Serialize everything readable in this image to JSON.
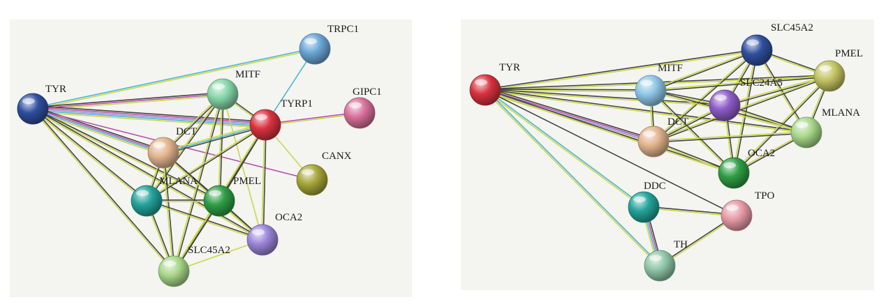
{
  "panels": [
    {
      "id": "left",
      "nodes": [
        {
          "id": "TYR",
          "label": "TYR",
          "color": "#2f4f9e"
        },
        {
          "id": "TRPC1",
          "label": "TRPC1",
          "color": "#6aa7d6"
        },
        {
          "id": "MITF",
          "label": "MITF",
          "color": "#86d6a8"
        },
        {
          "id": "TYRP1",
          "label": "TYRP1",
          "color": "#d9323f"
        },
        {
          "id": "GIPC1",
          "label": "GIPC1",
          "color": "#d9709b"
        },
        {
          "id": "DCT",
          "label": "DCT",
          "color": "#e3b48e"
        },
        {
          "id": "CANX",
          "label": "CANX",
          "color": "#a6a63a"
        },
        {
          "id": "MLANA",
          "label": "MLANA",
          "color": "#23a39a"
        },
        {
          "id": "PMEL",
          "label": "PMEL",
          "color": "#2f9e45"
        },
        {
          "id": "OCA2",
          "label": "OCA2",
          "color": "#9b86d9"
        },
        {
          "id": "SLC45A2",
          "label": "SLC45A2",
          "color": "#a8d88a"
        }
      ],
      "edges": [
        {
          "s": "TYR",
          "t": "TRPC1",
          "colors": [
            "#49b7cf",
            "#c8d84a"
          ]
        },
        {
          "s": "TYRP1",
          "t": "TRPC1",
          "colors": [
            "#49b7cf"
          ]
        },
        {
          "s": "TYR",
          "t": "MITF",
          "colors": [
            "#444444",
            "#b84fb0",
            "#c8d84a"
          ]
        },
        {
          "s": "TYR",
          "t": "TYRP1",
          "colors": [
            "#444444",
            "#b84fb0",
            "#8f8fe0",
            "#49b7cf",
            "#c8d84a"
          ]
        },
        {
          "s": "TYR",
          "t": "DCT",
          "colors": [
            "#444444",
            "#b84fb0",
            "#49b7cf",
            "#c8d84a"
          ]
        },
        {
          "s": "TYR",
          "t": "MLANA",
          "colors": [
            "#444444",
            "#c8d84a"
          ]
        },
        {
          "s": "TYR",
          "t": "PMEL",
          "colors": [
            "#444444",
            "#c8d84a"
          ]
        },
        {
          "s": "TYR",
          "t": "OCA2",
          "colors": [
            "#444444",
            "#c8d84a"
          ]
        },
        {
          "s": "TYR",
          "t": "SLC45A2",
          "colors": [
            "#444444",
            "#c8d84a"
          ]
        },
        {
          "s": "TYR",
          "t": "CANX",
          "colors": [
            "#b84fb0"
          ]
        },
        {
          "s": "TYRP1",
          "t": "GIPC1",
          "colors": [
            "#b84fb0",
            "#c8d84a"
          ]
        },
        {
          "s": "TYRP1",
          "t": "CANX",
          "colors": [
            "#c8d84a"
          ]
        },
        {
          "s": "MITF",
          "t": "TYRP1",
          "colors": [
            "#444444",
            "#c8d84a"
          ]
        },
        {
          "s": "MITF",
          "t": "DCT",
          "colors": [
            "#444444",
            "#c8d84a"
          ]
        },
        {
          "s": "MITF",
          "t": "MLANA",
          "colors": [
            "#444444",
            "#c8d84a"
          ]
        },
        {
          "s": "MITF",
          "t": "PMEL",
          "colors": [
            "#444444",
            "#c8d84a"
          ]
        },
        {
          "s": "MITF",
          "t": "OCA2",
          "colors": [
            "#c8d84a"
          ]
        },
        {
          "s": "MITF",
          "t": "SLC45A2",
          "colors": [
            "#444444",
            "#c8d84a"
          ]
        },
        {
          "s": "TYRP1",
          "t": "DCT",
          "colors": [
            "#444444",
            "#49b7cf",
            "#c8d84a"
          ]
        },
        {
          "s": "TYRP1",
          "t": "MLANA",
          "colors": [
            "#444444",
            "#c8d84a"
          ]
        },
        {
          "s": "TYRP1",
          "t": "PMEL",
          "colors": [
            "#444444",
            "#c8d84a"
          ]
        },
        {
          "s": "TYRP1",
          "t": "OCA2",
          "colors": [
            "#444444",
            "#c8d84a"
          ]
        },
        {
          "s": "TYRP1",
          "t": "SLC45A2",
          "colors": [
            "#444444",
            "#c8d84a"
          ]
        },
        {
          "s": "DCT",
          "t": "MLANA",
          "colors": [
            "#444444",
            "#c8d84a"
          ]
        },
        {
          "s": "DCT",
          "t": "PMEL",
          "colors": [
            "#444444",
            "#c8d84a"
          ]
        },
        {
          "s": "DCT",
          "t": "OCA2",
          "colors": [
            "#444444",
            "#c8d84a"
          ]
        },
        {
          "s": "DCT",
          "t": "SLC45A2",
          "colors": [
            "#444444",
            "#c8d84a"
          ]
        },
        {
          "s": "MLANA",
          "t": "PMEL",
          "colors": [
            "#444444",
            "#c8d84a"
          ]
        },
        {
          "s": "MLANA",
          "t": "OCA2",
          "colors": [
            "#444444",
            "#c8d84a"
          ]
        },
        {
          "s": "MLANA",
          "t": "SLC45A2",
          "colors": [
            "#444444",
            "#c8d84a"
          ]
        },
        {
          "s": "PMEL",
          "t": "OCA2",
          "colors": [
            "#444444",
            "#c8d84a"
          ]
        },
        {
          "s": "PMEL",
          "t": "SLC45A2",
          "colors": [
            "#444444",
            "#c8d84a"
          ]
        },
        {
          "s": "OCA2",
          "t": "SLC45A2",
          "colors": [
            "#c8d84a"
          ]
        }
      ]
    },
    {
      "id": "right",
      "nodes": [
        {
          "id": "TYR",
          "label": "TYR",
          "color": "#d9323f"
        },
        {
          "id": "SLC45A2",
          "label": "SLC45A2",
          "color": "#2f4f9e"
        },
        {
          "id": "PMEL",
          "label": "PMEL",
          "color": "#c4c464"
        },
        {
          "id": "MITF",
          "label": "MITF",
          "color": "#8ec6e6"
        },
        {
          "id": "SLC24A5",
          "label": "SLC24A5",
          "color": "#8e5cc8"
        },
        {
          "id": "MLANA",
          "label": "MLANA",
          "color": "#a8d88a"
        },
        {
          "id": "DCT",
          "label": "DCT",
          "color": "#e3b48e"
        },
        {
          "id": "OCA2",
          "label": "OCA2",
          "color": "#2f9e45"
        },
        {
          "id": "DDC",
          "label": "DDC",
          "color": "#23a39a"
        },
        {
          "id": "TPO",
          "label": "TPO",
          "color": "#e79aa6"
        },
        {
          "id": "TH",
          "label": "TH",
          "color": "#8fc7a7"
        }
      ],
      "edges": [
        {
          "s": "TYR",
          "t": "SLC45A2",
          "colors": [
            "#444444",
            "#c8d84a"
          ]
        },
        {
          "s": "TYR",
          "t": "PMEL",
          "colors": [
            "#444444",
            "#c8d84a"
          ]
        },
        {
          "s": "TYR",
          "t": "MITF",
          "colors": [
            "#444444",
            "#c8d84a"
          ]
        },
        {
          "s": "TYR",
          "t": "SLC24A5",
          "colors": [
            "#444444",
            "#c8d84a"
          ]
        },
        {
          "s": "TYR",
          "t": "MLANA",
          "colors": [
            "#444444",
            "#c8d84a"
          ]
        },
        {
          "s": "TYR",
          "t": "DCT",
          "colors": [
            "#444444",
            "#b84fb0",
            "#8f8fe0",
            "#c8d84a"
          ]
        },
        {
          "s": "TYR",
          "t": "OCA2",
          "colors": [
            "#444444",
            "#c8d84a"
          ]
        },
        {
          "s": "TYR",
          "t": "DDC",
          "colors": [
            "#49b7cf",
            "#c8d84a"
          ]
        },
        {
          "s": "TYR",
          "t": "TPO",
          "colors": [
            "#444444"
          ]
        },
        {
          "s": "TYR",
          "t": "TH",
          "colors": [
            "#49b7cf",
            "#c8d84a"
          ]
        },
        {
          "s": "SLC45A2",
          "t": "PMEL",
          "colors": [
            "#444444",
            "#c8d84a"
          ]
        },
        {
          "s": "SLC45A2",
          "t": "MITF",
          "colors": [
            "#444444",
            "#c8d84a"
          ]
        },
        {
          "s": "SLC45A2",
          "t": "SLC24A5",
          "colors": [
            "#444444",
            "#c8d84a"
          ]
        },
        {
          "s": "SLC45A2",
          "t": "MLANA",
          "colors": [
            "#444444",
            "#c8d84a"
          ]
        },
        {
          "s": "SLC45A2",
          "t": "DCT",
          "colors": [
            "#444444",
            "#c8d84a"
          ]
        },
        {
          "s": "SLC45A2",
          "t": "OCA2",
          "colors": [
            "#444444",
            "#c8d84a"
          ]
        },
        {
          "s": "PMEL",
          "t": "MITF",
          "colors": [
            "#444444",
            "#c8d84a"
          ]
        },
        {
          "s": "PMEL",
          "t": "SLC24A5",
          "colors": [
            "#444444",
            "#c8d84a"
          ]
        },
        {
          "s": "PMEL",
          "t": "MLANA",
          "colors": [
            "#444444",
            "#c8d84a"
          ]
        },
        {
          "s": "PMEL",
          "t": "DCT",
          "colors": [
            "#444444",
            "#c8d84a"
          ]
        },
        {
          "s": "PMEL",
          "t": "OCA2",
          "colors": [
            "#444444",
            "#c8d84a"
          ]
        },
        {
          "s": "MITF",
          "t": "SLC24A5",
          "colors": [
            "#444444",
            "#c8d84a"
          ]
        },
        {
          "s": "MITF",
          "t": "MLANA",
          "colors": [
            "#444444",
            "#c8d84a"
          ]
        },
        {
          "s": "MITF",
          "t": "DCT",
          "colors": [
            "#444444",
            "#c8d84a"
          ]
        },
        {
          "s": "MITF",
          "t": "OCA2",
          "colors": [
            "#444444",
            "#c8d84a"
          ]
        },
        {
          "s": "SLC24A5",
          "t": "MLANA",
          "colors": [
            "#444444",
            "#c8d84a"
          ]
        },
        {
          "s": "SLC24A5",
          "t": "DCT",
          "colors": [
            "#444444",
            "#c8d84a"
          ]
        },
        {
          "s": "SLC24A5",
          "t": "OCA2",
          "colors": [
            "#444444",
            "#c8d84a"
          ]
        },
        {
          "s": "MLANA",
          "t": "DCT",
          "colors": [
            "#444444",
            "#c8d84a"
          ]
        },
        {
          "s": "MLANA",
          "t": "OCA2",
          "colors": [
            "#444444",
            "#c8d84a"
          ]
        },
        {
          "s": "DCT",
          "t": "OCA2",
          "colors": [
            "#444444",
            "#c8d84a"
          ]
        },
        {
          "s": "DDC",
          "t": "TPO",
          "colors": [
            "#444444",
            "#c8d84a"
          ]
        },
        {
          "s": "DDC",
          "t": "TH",
          "colors": [
            "#444444",
            "#b84fb0",
            "#49b7cf",
            "#c8d84a"
          ]
        },
        {
          "s": "TH",
          "t": "TPO",
          "colors": [
            "#444444",
            "#c8d84a"
          ]
        }
      ]
    }
  ]
}
